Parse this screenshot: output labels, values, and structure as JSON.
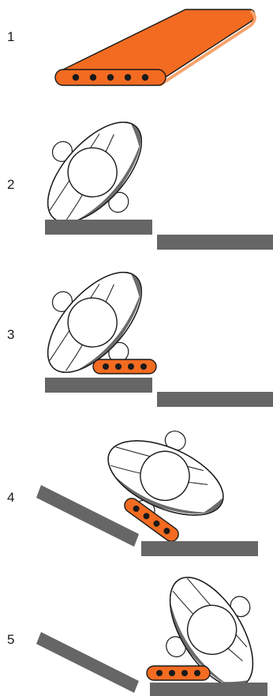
{
  "steps": [
    {
      "number": "1"
    },
    {
      "number": "2"
    },
    {
      "number": "3"
    },
    {
      "number": "4"
    },
    {
      "number": "5"
    }
  ],
  "colors": {
    "pad_orange": "#f26b21",
    "pad_orange_dark": "#c4541a",
    "surface_gray": "#666666",
    "body_shade": "#6b6b6b",
    "outline": "#1a1a1a"
  }
}
